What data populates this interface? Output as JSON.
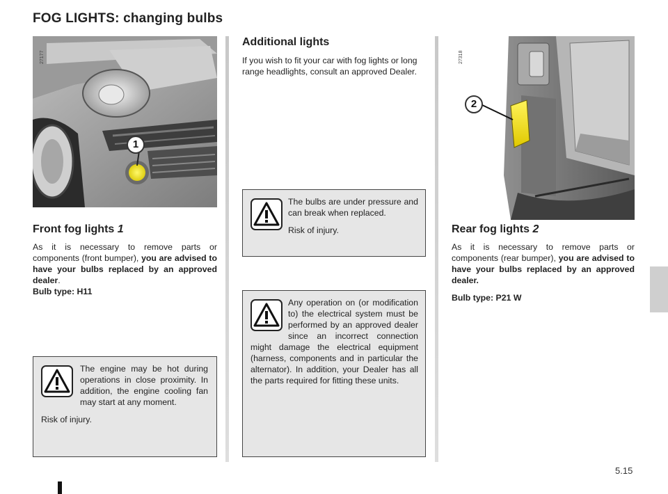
{
  "page": {
    "title": "FOG LIGHTS: changing bulbs",
    "page_number": "5.15"
  },
  "left": {
    "photo_ref": "27177",
    "callout": "1",
    "heading": "Front fog lights",
    "heading_num": "1",
    "text_plain": "As it is necessary to remove parts or components (front bumper), ",
    "text_bold": "you are advised to have your bulbs replaced by an approved dealer",
    "text_end": ".",
    "bulb_type": "Bulb type: H11",
    "warning": {
      "text": "The engine may be hot during operations in close proximity. In addition, the engine cooling fan may start at any moment.",
      "risk": "Risk of injury."
    }
  },
  "middle": {
    "heading": "Additional lights",
    "text": "If you wish to fit your car with fog lights or long range headlights, consult an approved Dealer.",
    "warning1": {
      "text": "The bulbs are under pressure and can break when replaced.",
      "risk": "Risk of injury."
    },
    "warning2": {
      "text": "Any operation on (or modification to) the electrical system must be performed by an approved dealer since an incorrect connection might damage the electrical equipment (harness, components and in particular the alternator). In addition, your Dealer has all the parts required for fitting these units."
    }
  },
  "right": {
    "photo_ref": "27318",
    "callout": "2",
    "heading": "Rear fog lights",
    "heading_num": "2",
    "text_plain": "As it is necessary to remove parts or components (rear bumper), ",
    "text_bold": "you are advised to have your bulbs replaced by an approved dealer.",
    "bulb_type": "Bulb type: P21 W"
  },
  "colors": {
    "warning_bg": "#e6e6e6",
    "fog_light_highlight": "#f2e000",
    "side_tab": "#cfcfcf"
  },
  "icons": [
    "warning-triangle-icon"
  ]
}
